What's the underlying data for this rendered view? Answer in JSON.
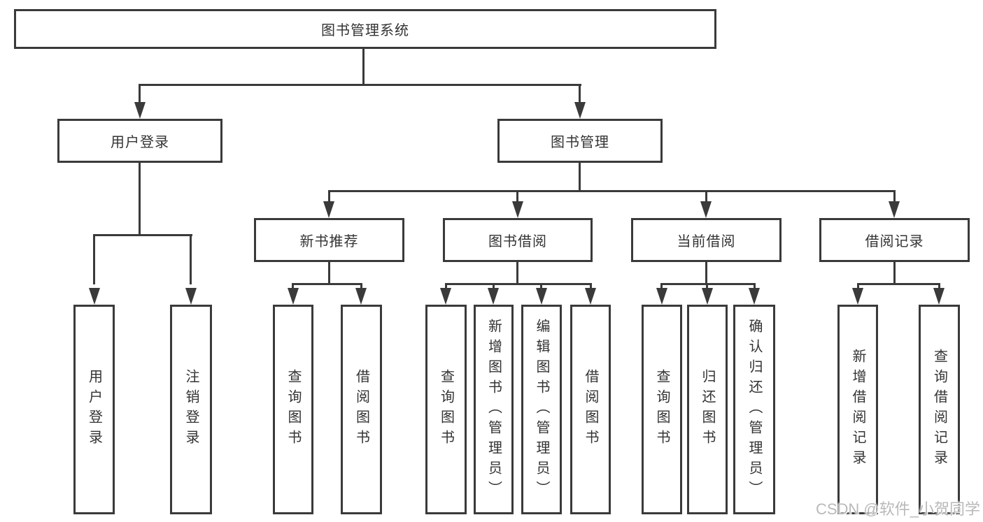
{
  "diagram": {
    "root": {
      "label": "图书管理系统"
    },
    "level2": {
      "user_login": {
        "label": "用户登录"
      },
      "book_management": {
        "label": "图书管理"
      }
    },
    "level3": {
      "new_book": {
        "label": "新书推荐"
      },
      "book_borrow": {
        "label": "图书借阅"
      },
      "current_borrow": {
        "label": "当前借阅"
      },
      "borrow_record": {
        "label": "借阅记录"
      }
    },
    "leaves": {
      "user_login": [
        "用户登录",
        "注销登录"
      ],
      "new_book": [
        "查询图书",
        "借阅图书"
      ],
      "book_borrow": [
        "查询图书",
        "新增图书（管理员）",
        "编辑图书（管理员）",
        "借阅图书"
      ],
      "current_borrow": [
        "查询图书",
        "归还图书",
        "确认归还（管理员）"
      ],
      "borrow_record": [
        "新增借阅记录",
        "查询借阅记录"
      ]
    }
  },
  "watermark": {
    "text": "CSDN @软件_小贺同学"
  },
  "colors": {
    "line": "#3a3a3a",
    "text": "#333333",
    "watermark": "#b9b9b9",
    "background": "#ffffff"
  }
}
